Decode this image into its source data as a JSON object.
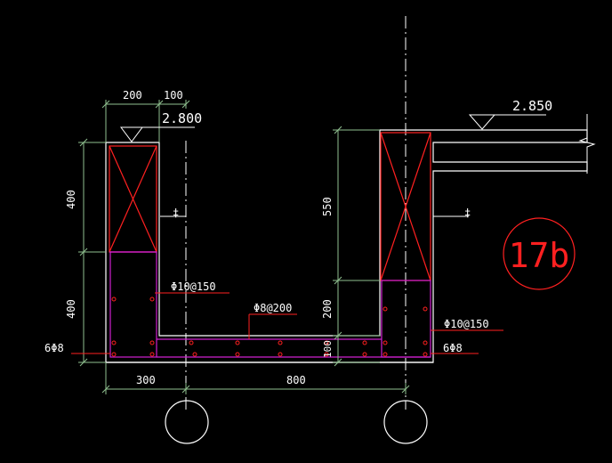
{
  "colors": {
    "background": "#000000",
    "outline": "#ffffff",
    "dimension": "#8fbf8f",
    "rebar": "#d020d0",
    "section_cross": "#ff2020",
    "leader": "#ff2020",
    "label": "#ffffff",
    "detail_circle": "#ff2020"
  },
  "dimensions": {
    "left_wall_width": "200",
    "left_wall_offset": "100",
    "left_upper_height": "400",
    "left_lower_height": "400",
    "right_upper_height": "550",
    "right_lower_height": "200",
    "base_thickness": "100",
    "bottom_left": "300",
    "bottom_span": "800"
  },
  "elevations": {
    "left": "2.800",
    "right": "2.850"
  },
  "rebar_labels": {
    "left_wall_stirrup": "Φ10@150",
    "base_distribution": "Φ8@200",
    "right_wall_stirrup": "Φ10@150",
    "left_longitudinal": "6Φ8",
    "right_longitudinal": "6Φ8"
  },
  "detail_mark": "17b",
  "markers": {
    "left": "‡",
    "right": "‡"
  }
}
